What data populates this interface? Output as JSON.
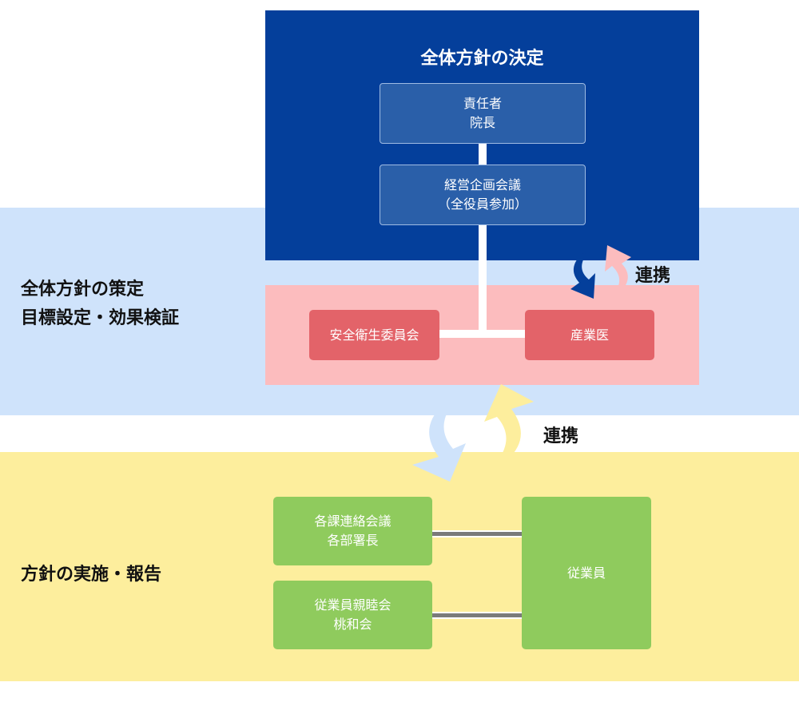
{
  "top": {
    "title": "全体方針の決定",
    "responsible": {
      "line1": "責任者",
      "line2": "院長"
    },
    "meeting": {
      "line1": "経営企画会議",
      "line2": "（全役員参加）"
    }
  },
  "middle": {
    "label_line1": "全体方針の策定",
    "label_line2": "目標設定・効果検証",
    "committee": "安全衛生委員会",
    "doctor": "産業医",
    "link_label": "連携"
  },
  "link_between_label": "連携",
  "bottom": {
    "label": "方針の実施・報告",
    "liaison": {
      "line1": "各課連絡会議",
      "line2": "各部署長"
    },
    "club": {
      "line1": "従業員親睦会",
      "line2": "桃和会"
    },
    "employees": "従業員"
  },
  "colors": {
    "navy": "#043f9b",
    "box_blue": "#2a5fa9",
    "pink": "#fcbcbe",
    "red_box": "#e36369",
    "light_blue": "#cfe3fb",
    "yellow": "#fdee9d",
    "green": "#8fcb5d"
  }
}
